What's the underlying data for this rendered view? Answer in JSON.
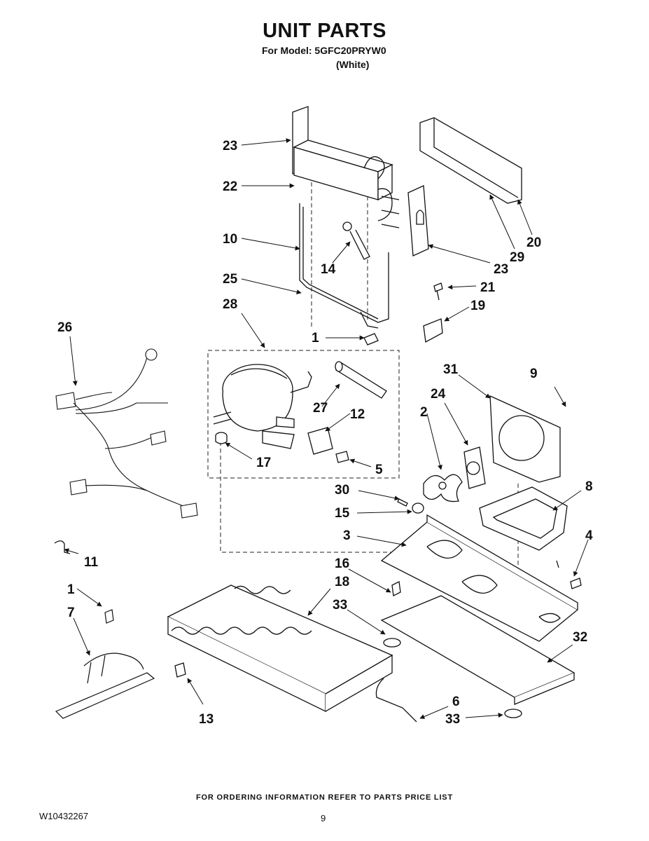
{
  "header": {
    "title": "UNIT PARTS",
    "model_line": "For Model: 5GFC20PRYW0",
    "variant": "(White)"
  },
  "callouts": [
    "23",
    "22",
    "10",
    "14",
    "25",
    "28",
    "1",
    "26",
    "20",
    "29",
    "23",
    "21",
    "19",
    "27",
    "12",
    "17",
    "5",
    "31",
    "9",
    "24",
    "2",
    "8",
    "30",
    "15",
    "3",
    "4",
    "11",
    "16",
    "18",
    "1",
    "7",
    "33",
    "32",
    "13",
    "6",
    "33"
  ],
  "footer": {
    "ordering_note": "FOR ORDERING INFORMATION REFER TO PARTS PRICE LIST",
    "document_number": "W10432267",
    "page_number": "9"
  }
}
